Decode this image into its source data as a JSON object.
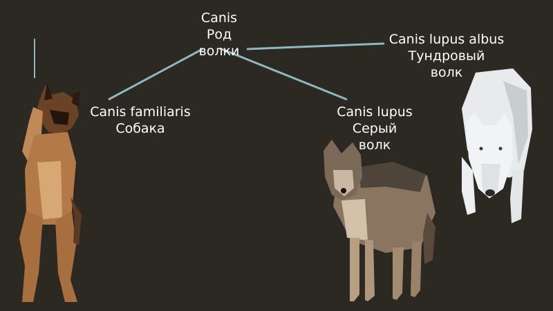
{
  "nodes": {
    "root": {
      "latin": "Canis",
      "ru_line1": "Род",
      "ru_line2": "волки"
    },
    "dog": {
      "latin": "Canis familiaris",
      "ru": "Собака"
    },
    "gray_wolf": {
      "latin": "Canis lupus",
      "ru_line1": "Серый",
      "ru_line2": "волк"
    },
    "tundra_wolf": {
      "latin": "Canis lupus albus",
      "ru_line1": "Тундровый",
      "ru_line2": "волк"
    }
  },
  "edges": [
    {
      "from": "root",
      "to": "dog"
    },
    {
      "from": "root",
      "to": "gray_wolf"
    },
    {
      "from": "root",
      "to": "tundra_wolf"
    }
  ],
  "images": {
    "dog": "german-shepherd-photo",
    "gray_wolf": "gray-wolf-photo",
    "tundra_wolf": "white-wolf-photo"
  },
  "colors": {
    "background": "#2b2922",
    "connector": "#8fb8c0",
    "text": "#ffffff"
  }
}
